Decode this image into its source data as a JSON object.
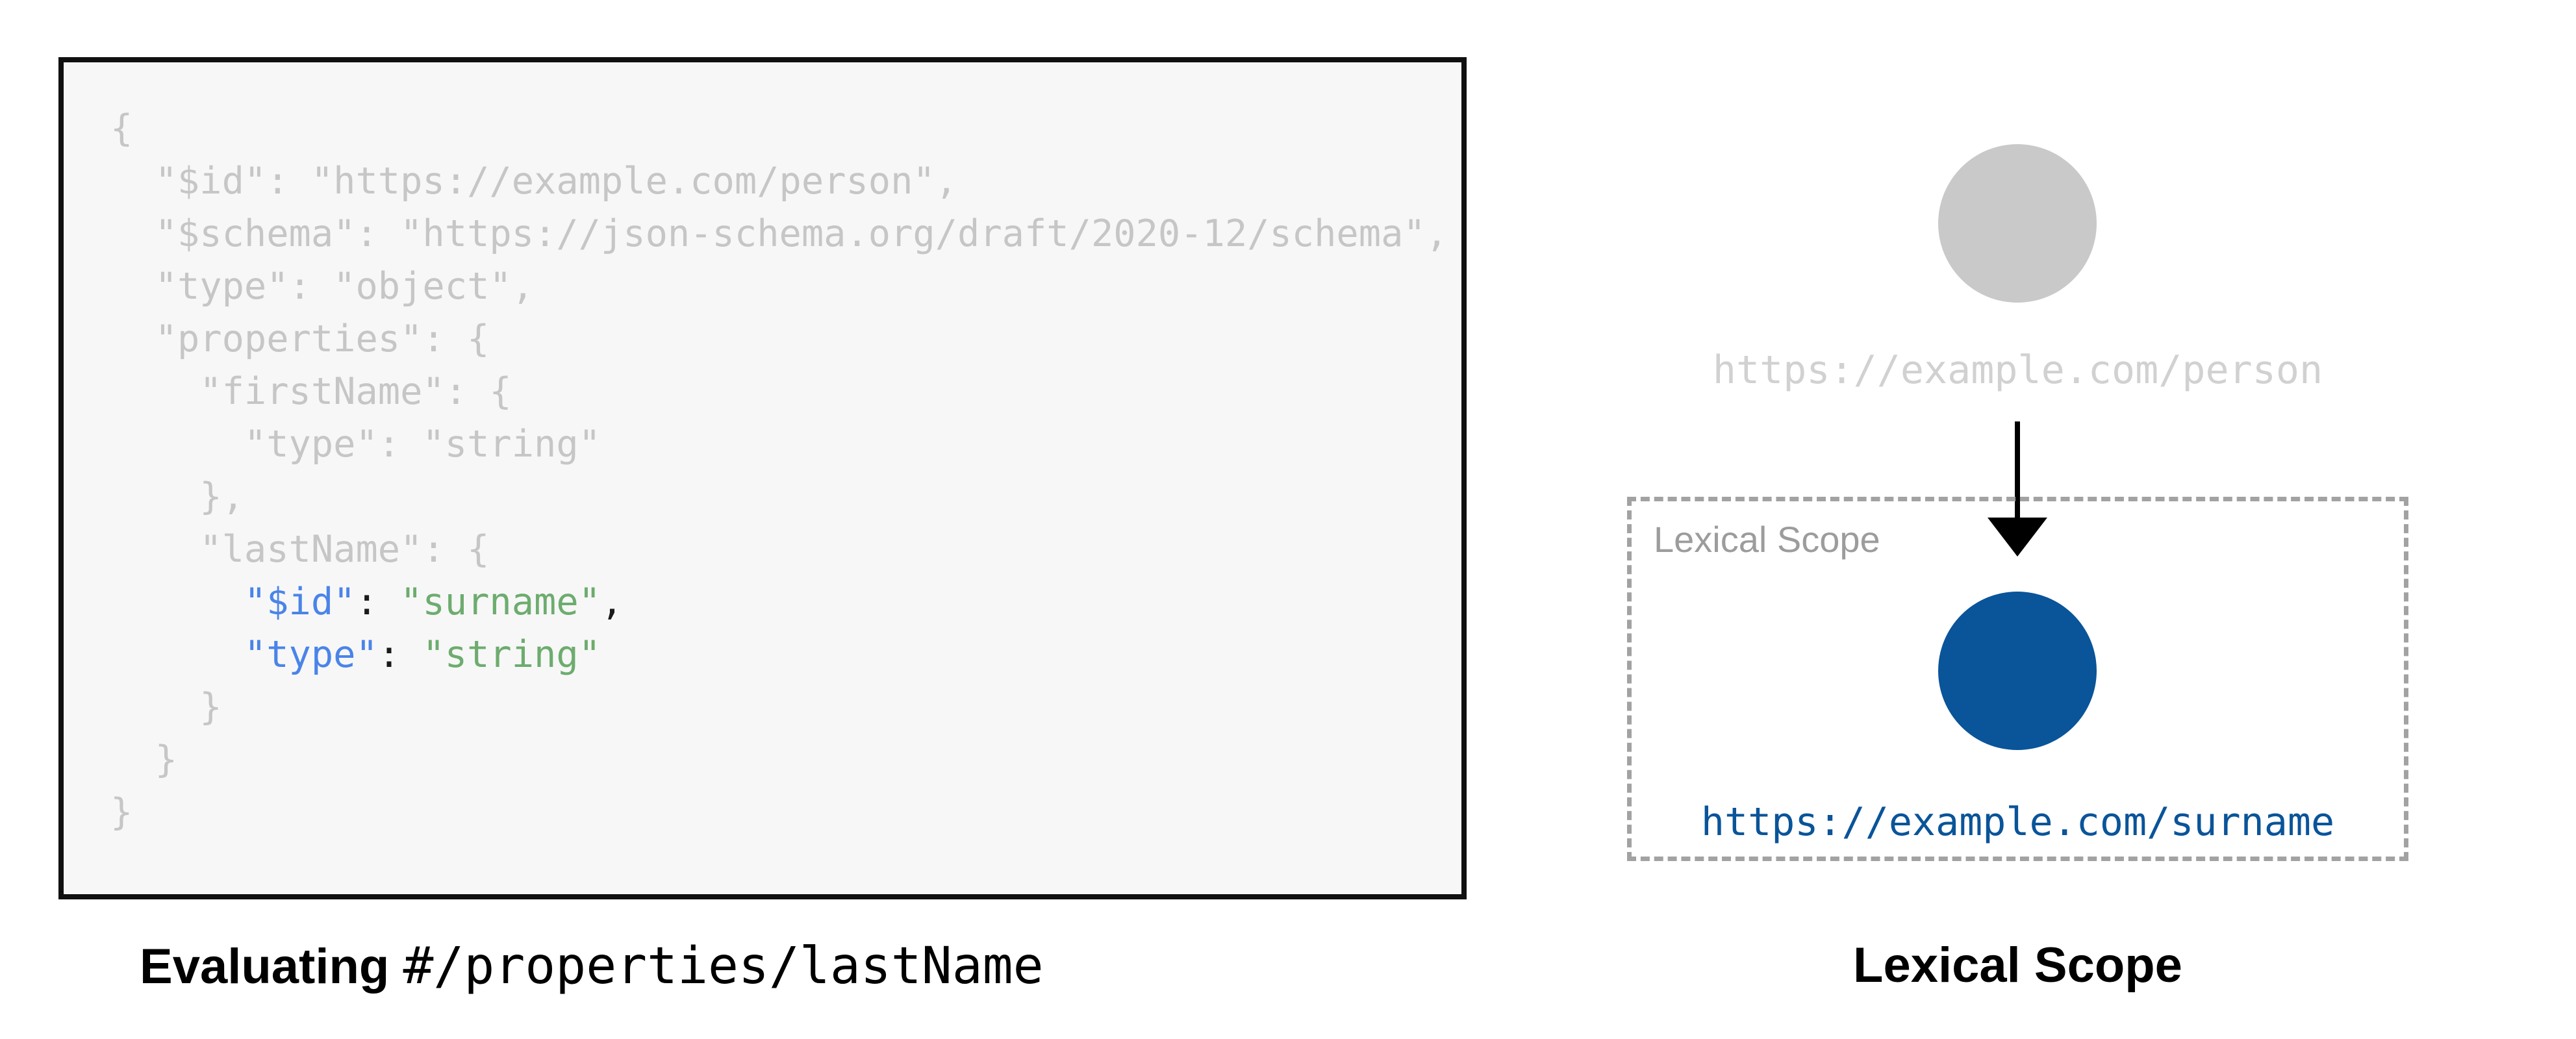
{
  "left_panel": {
    "caption": {
      "prefix": "Evaluating",
      "pointer": "#/properties/lastName"
    },
    "code": {
      "lines": [
        {
          "segs": [
            [
              "gray",
              "{"
            ]
          ]
        },
        {
          "segs": [
            [
              "gray",
              "  \"$id\": \"https://example.com/person\","
            ]
          ]
        },
        {
          "segs": [
            [
              "gray",
              "  \"$schema\": \"https://json-schema.org/draft/2020-12/schema\","
            ]
          ]
        },
        {
          "segs": [
            [
              "gray",
              "  \"type\": \"object\","
            ]
          ]
        },
        {
          "segs": [
            [
              "gray",
              "  \"properties\": {"
            ]
          ]
        },
        {
          "segs": [
            [
              "gray",
              "    \"firstName\": {"
            ]
          ]
        },
        {
          "segs": [
            [
              "gray",
              "      \"type\": \"string\""
            ]
          ]
        },
        {
          "segs": [
            [
              "gray",
              "    },"
            ]
          ]
        },
        {
          "segs": [
            [
              "gray",
              "    \"lastName\": {"
            ]
          ]
        },
        {
          "segs": [
            [
              "gray",
              "      "
            ],
            [
              "blue",
              "\"$id\""
            ],
            [
              "black",
              ": "
            ],
            [
              "green",
              "\"surname\""
            ],
            [
              "black",
              ","
            ]
          ]
        },
        {
          "segs": [
            [
              "gray",
              "      "
            ],
            [
              "blue",
              "\"type\""
            ],
            [
              "black",
              ": "
            ],
            [
              "green",
              "\"string\""
            ]
          ]
        },
        {
          "segs": [
            [
              "gray",
              "    }"
            ]
          ]
        },
        {
          "segs": [
            [
              "gray",
              "  }"
            ]
          ]
        },
        {
          "segs": [
            [
              "gray",
              "}"
            ]
          ]
        }
      ]
    }
  },
  "right_panel": {
    "parent_node_label": "https://example.com/person",
    "scope_box_label": "Lexical Scope",
    "child_node_label": "https://example.com/surname",
    "caption": "Lexical Scope"
  },
  "colors": {
    "page_bg": "#ffffff",
    "codebox_bg": "#f7f7f7",
    "codebox_border": "#101010",
    "code_gray": "#c6c6c6",
    "code_blue": "#4a84e8",
    "code_green": "#6dac6e",
    "code_black": "#1a1a1a",
    "node_gray": "#c9c9c9",
    "label_gray": "#d1d1d1",
    "scope_border": "#a2a2a2",
    "scope_label": "#9c9c9c",
    "deep_blue": "#0a5499",
    "caption_black": "#000000"
  }
}
